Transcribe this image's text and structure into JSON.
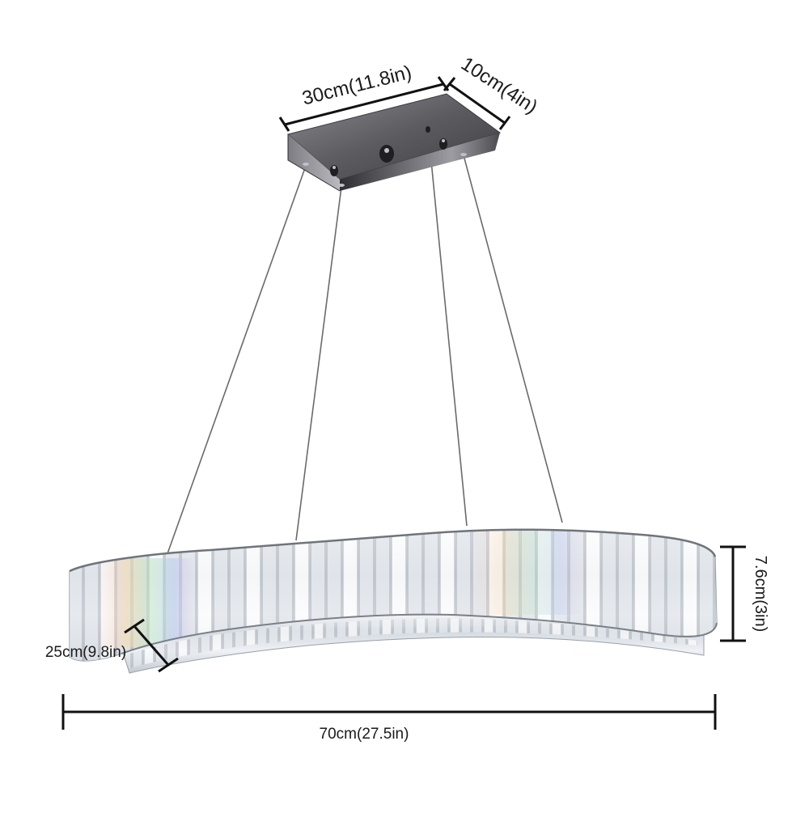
{
  "product": {
    "name": "crystal oval pendant chandelier",
    "colors": {
      "background": "#ffffff",
      "dimension_line": "#111111",
      "chrome": "#5e5e63",
      "crystal_edge": "#9aa0a8",
      "suspension_wire": "#6a6a6a"
    }
  },
  "dimensions": {
    "canopy_length": "30cm(11.8in)",
    "canopy_width": "10cm(4in)",
    "fixture_height": "7.6cm(3in)",
    "fixture_depth": "25cm(9.8in)",
    "fixture_length": "70cm(27.5in)"
  }
}
